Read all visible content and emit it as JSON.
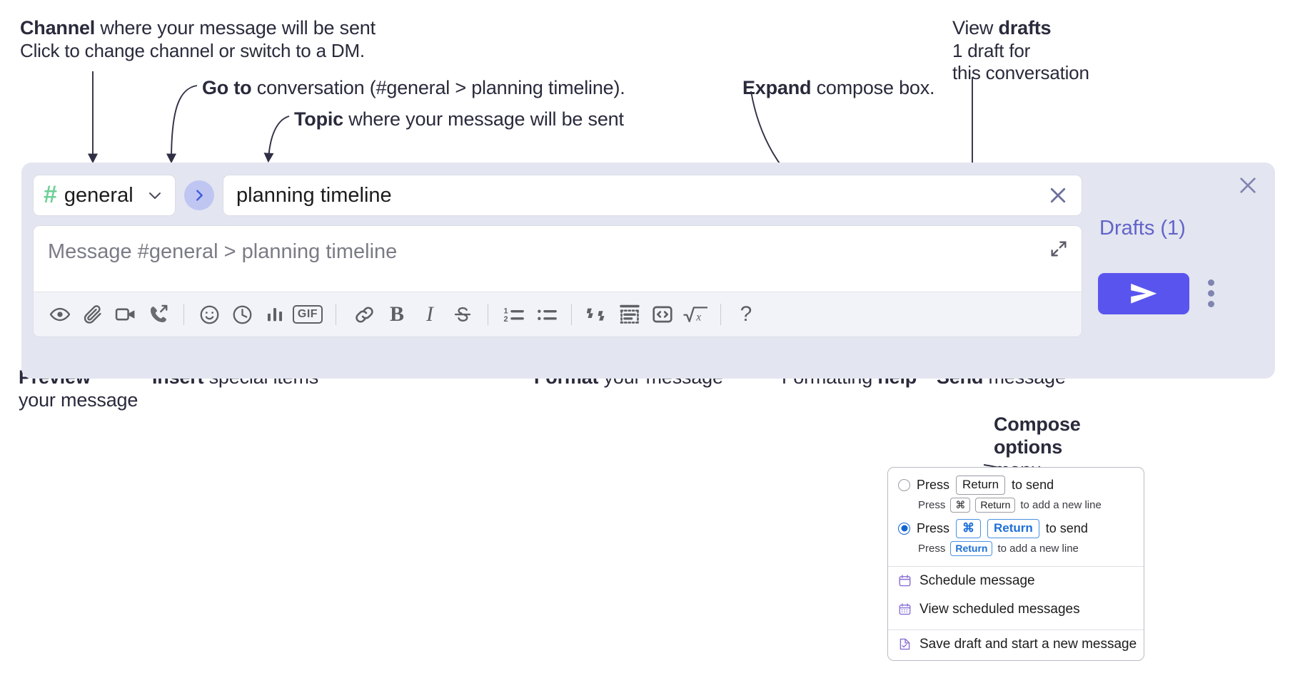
{
  "annotations": {
    "channel_title_bold": "Channel",
    "channel_title_rest": " where your message will be sent",
    "channel_sub": "Click to change channel or switch to a DM.",
    "goto_bold": "Go to",
    "goto_rest": " conversation (#general > planning timeline).",
    "topic_bold": "Topic",
    "topic_rest": " where your message will be sent",
    "expand_bold": "Expand",
    "expand_rest": " compose box.",
    "drafts_bold_pre": "View ",
    "drafts_bold": "drafts",
    "drafts_sub_line1": "1 draft for",
    "drafts_sub_line2": "this conversation",
    "preview_bold": "Preview",
    "preview_line2": "your message",
    "insert_bold": "Insert",
    "insert_rest": " special items",
    "format_bold": "Format",
    "format_rest": " your message",
    "help_pre": "Formatting ",
    "help_bold": "help",
    "send_bold": "Send",
    "send_rest": " message",
    "compose_bold_line1": "Compose",
    "compose_bold_line2": "options",
    "compose_line3": "menu"
  },
  "compose": {
    "channel": {
      "name": "general",
      "hash": "#",
      "icon": "hash-icon",
      "chevron": "chevron-down-icon"
    },
    "goto_icon": "chevron-right-icon",
    "topic": {
      "value": "planning timeline",
      "clear_icon": "close-icon"
    },
    "editor": {
      "placeholder": "Message #general > planning timeline",
      "expand_icon": "expand-diagonal-icon"
    },
    "toolbar": {
      "groups": [
        {
          "name": "preview",
          "items": [
            {
              "icon": "eye-icon",
              "label": "Preview"
            }
          ]
        },
        {
          "name": "insert",
          "items": [
            {
              "icon": "paperclip-icon",
              "label": "Attach file"
            },
            {
              "icon": "video-camera-icon",
              "label": "Video clip"
            },
            {
              "icon": "phone-forward-icon",
              "label": "Audio clip"
            }
          ]
        },
        {
          "name": "insert2",
          "items": [
            {
              "icon": "emoji-smiley-icon",
              "label": "Emoji"
            },
            {
              "icon": "clock-icon",
              "label": "Reminder"
            },
            {
              "icon": "bar-chart-icon",
              "label": "Poll"
            },
            {
              "icon": "gif-icon",
              "label": "GIF"
            }
          ]
        },
        {
          "name": "format-inline",
          "items": [
            {
              "icon": "link-icon",
              "label": "Link"
            },
            {
              "icon": "bold-icon",
              "label": "B"
            },
            {
              "icon": "italic-icon",
              "label": "I"
            },
            {
              "icon": "strikethrough-icon",
              "label": "Strikethrough"
            }
          ]
        },
        {
          "name": "format-list",
          "items": [
            {
              "icon": "ordered-list-icon",
              "label": "Ordered list"
            },
            {
              "icon": "bulleted-list-icon",
              "label": "Bulleted list"
            }
          ]
        },
        {
          "name": "format-block",
          "items": [
            {
              "icon": "blockquote-icon",
              "label": "Blockquote"
            },
            {
              "icon": "code-block-icon",
              "label": "Code block"
            },
            {
              "icon": "code-snippet-icon",
              "label": "Code snippet"
            },
            {
              "icon": "math-sqrt-icon",
              "label": "Math"
            }
          ]
        },
        {
          "name": "help",
          "items": [
            {
              "icon": "question-mark-icon",
              "label": "?"
            }
          ]
        }
      ],
      "gif_label": "GIF",
      "bold_label": "B",
      "italic_label": "I",
      "help_label": "?"
    },
    "rail": {
      "close_icon": "close-icon",
      "drafts_label": "Drafts (1)",
      "send_icon": "paper-plane-icon",
      "overflow_icon": "kebab-menu-icon"
    }
  },
  "options_menu": {
    "send_modes": [
      {
        "selected": false,
        "press": "Press",
        "keys": [
          "Return"
        ],
        "tail": "to send",
        "sub_press": "Press",
        "sub_keys": [
          "⌘",
          "Return"
        ],
        "sub_tail": "to add a new line"
      },
      {
        "selected": true,
        "press": "Press",
        "keys": [
          "⌘",
          "Return"
        ],
        "tail": "to send",
        "sub_press": "Press",
        "sub_keys": [
          "Return"
        ],
        "sub_tail": "to add a new line"
      }
    ],
    "items": [
      {
        "icon": "calendar-schedule-icon",
        "label": "Schedule message"
      },
      {
        "icon": "calendar-grid-icon",
        "label": "View scheduled messages"
      },
      {
        "icon": "save-draft-icon",
        "label": "Save draft and start a new message"
      }
    ]
  },
  "colors": {
    "widget_bg": "#e3e5f1",
    "accent_send": "#5a54ef",
    "drafts_link": "#6264c9",
    "hash_green": "#6fcf97",
    "goto_circle": "#bfc6f2",
    "toolbar_bg": "#f2f3f8",
    "text_dark": "#2a2a3c",
    "key_blue": "#1d6fd8",
    "radio_blue": "#1264d3"
  }
}
